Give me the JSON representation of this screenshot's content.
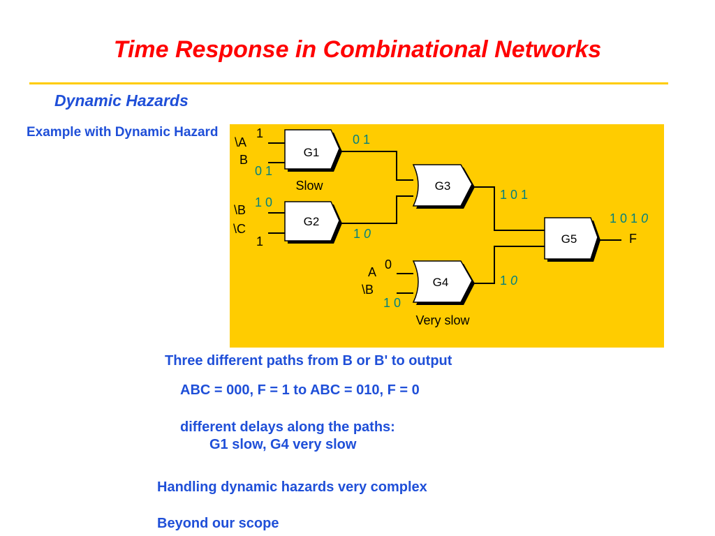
{
  "slide": {
    "title": "Time Response in Combinational Networks",
    "subtitle": "Dynamic Hazards",
    "example_label": "Example with Dynamic Hazard"
  },
  "circuit": {
    "gates": {
      "g1": "G1",
      "g2": "G2",
      "g3": "G3",
      "g4": "G4",
      "g5": "G5"
    },
    "g1_delay_label": "Slow",
    "g4_delay_label": "Very slow",
    "inputs": {
      "g1_top": "\\A",
      "g1_bottom": "B",
      "g2_top": "\\B",
      "g2_bottom": "\\C",
      "g4_top": "A",
      "g4_bottom": "\\B"
    },
    "values": {
      "g1_top": "1",
      "g1_bottom": "0 1",
      "g1_out": "0 1",
      "g2_top": "1 0",
      "g2_bottom": "1",
      "g2_out_plain": "1",
      "g2_out_italic": "0",
      "g3_out": "1 0 1",
      "g4_top": "0",
      "g4_bottom": "1 0",
      "g4_out_plain": "1",
      "g4_out_italic": "0",
      "f_plain": "1 0 1",
      "f_italic": "0"
    },
    "output_label": "F",
    "colors": {
      "background": "#ffcc00",
      "value_text": "#008080",
      "gate_fill": "#ffffff",
      "shadow": "#000000"
    }
  },
  "notes": {
    "paths": "Three different paths from B or B' to output",
    "transition": "ABC = 000, F = 1 to ABC = 010, F = 0",
    "delays_line1": "different delays along the paths:",
    "delays_line2": "G1 slow, G4 very slow",
    "complexity": "Handling dynamic hazards very complex",
    "scope": "Beyond our scope"
  },
  "colors": {
    "title": "#ff0000",
    "body_text": "#1f4fd8",
    "rule": "#ffcc00"
  }
}
